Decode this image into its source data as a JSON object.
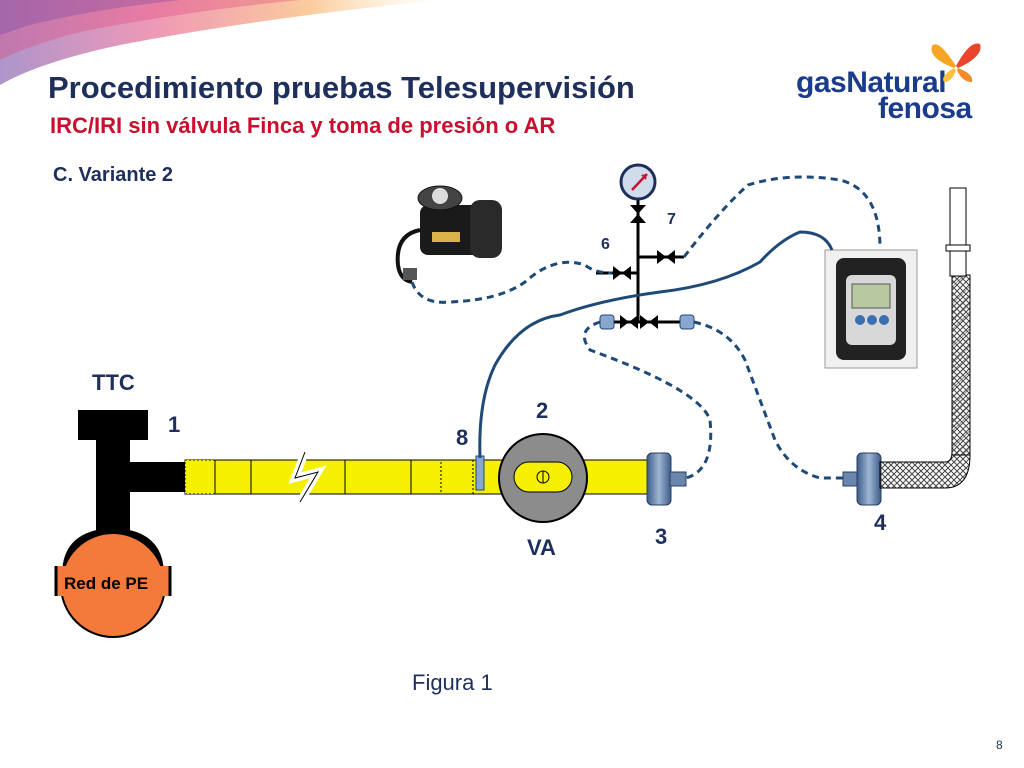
{
  "slide": {
    "title": "Procedimiento pruebas Telesupervisión",
    "subtitle": "IRC/IRI sin válvula Finca y toma de presión o AR",
    "section": "C. Variante 2",
    "caption": "Figura 1",
    "page_number": "8"
  },
  "logo": {
    "line1": "gasNatural",
    "line2": "fenosa"
  },
  "diagram": {
    "labels": {
      "ttc": "TTC",
      "n1": "1",
      "n2": "2",
      "n3": "3",
      "n4": "4",
      "n6": "6",
      "n7": "7",
      "n8": "8",
      "va": "VA",
      "red": "Red de PE"
    },
    "colors": {
      "pipe": "#f4f000",
      "red_network": "#f47a3c",
      "hose": "#1f4a78",
      "text_blue": "#1f2f5c",
      "title_red": "#c8102e"
    }
  }
}
